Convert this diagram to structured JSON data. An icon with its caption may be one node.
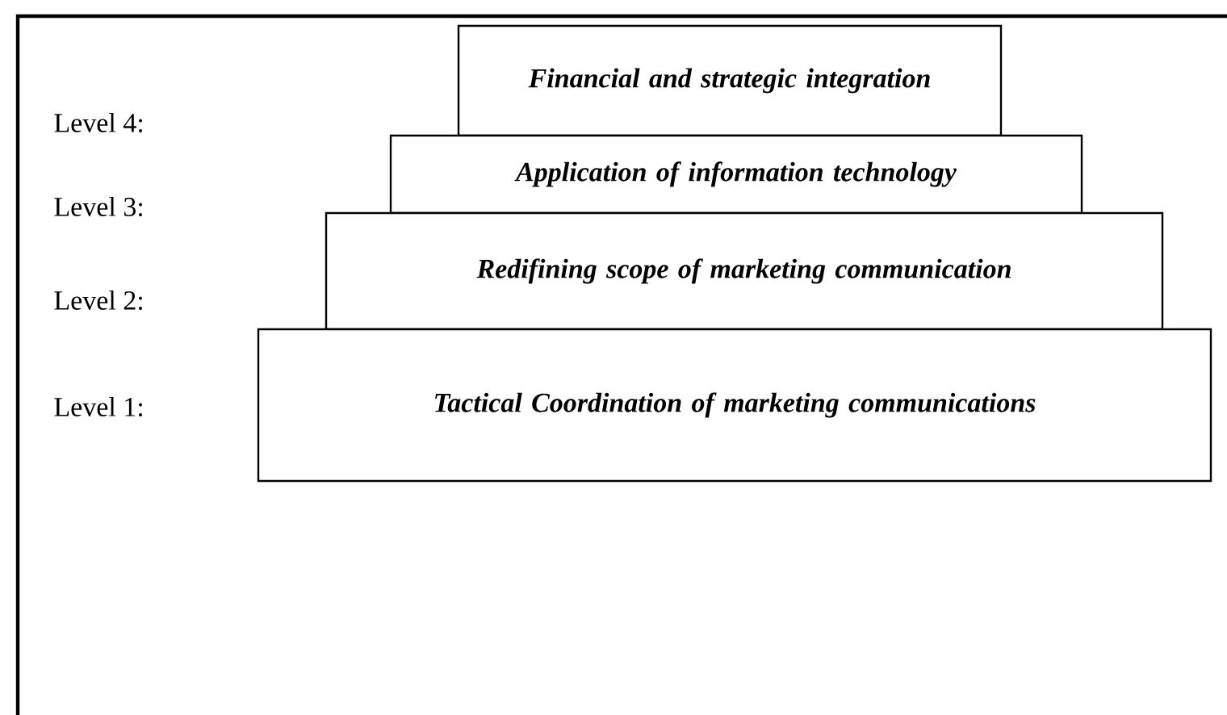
{
  "diagram": {
    "nodes": [
      {
        "text": [
          "Financial and strategic integration"
        ]
      },
      {
        "text": [
          "Application of information technology"
        ]
      },
      {
        "text": [
          "Redifining scope of marketing communication"
        ]
      },
      {
        "text": [
          "Tactical Coordination of marketing communications"
        ]
      }
    ],
    "labels": [
      "Level 4:",
      "Level 3:",
      "Level 2:",
      "Level 1:"
    ]
  }
}
